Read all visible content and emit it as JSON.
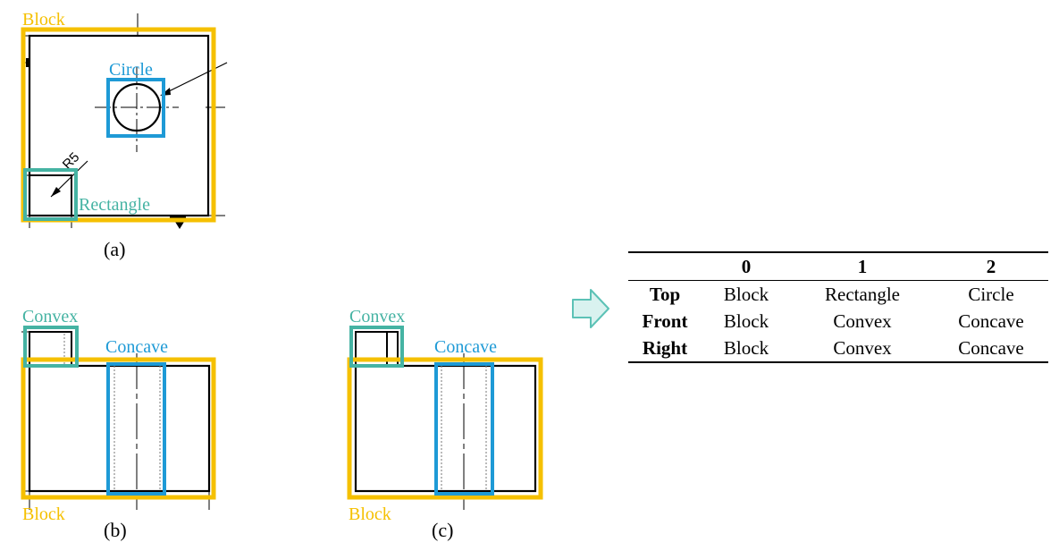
{
  "colors": {
    "block": "#F5C000",
    "primary_feature": "#1E9AD6",
    "secondary_feature": "#45B3A3",
    "line": "#000000",
    "arrow_fill": "#D9F2EF",
    "arrow_stroke": "#5CC2B6"
  },
  "panel_a": {
    "caption": "(a)",
    "block_label": "Block",
    "circle_label": "Circle",
    "rectangle_label": "Rectangle",
    "dimension_text": "R5"
  },
  "panel_b": {
    "caption": "(b)",
    "block_label": "Block",
    "convex_label": "Convex",
    "concave_label": "Concave"
  },
  "panel_c": {
    "caption": "(c)",
    "block_label": "Block",
    "convex_label": "Convex",
    "concave_label": "Concave"
  },
  "arrow_icon": "right-arrow-icon",
  "table": {
    "headers": [
      "",
      "0",
      "1",
      "2"
    ],
    "rows": [
      [
        "Top",
        "Block",
        "Rectangle",
        "Circle"
      ],
      [
        "Front",
        "Block",
        "Convex",
        "Concave"
      ],
      [
        "Right",
        "Block",
        "Convex",
        "Concave"
      ]
    ]
  }
}
